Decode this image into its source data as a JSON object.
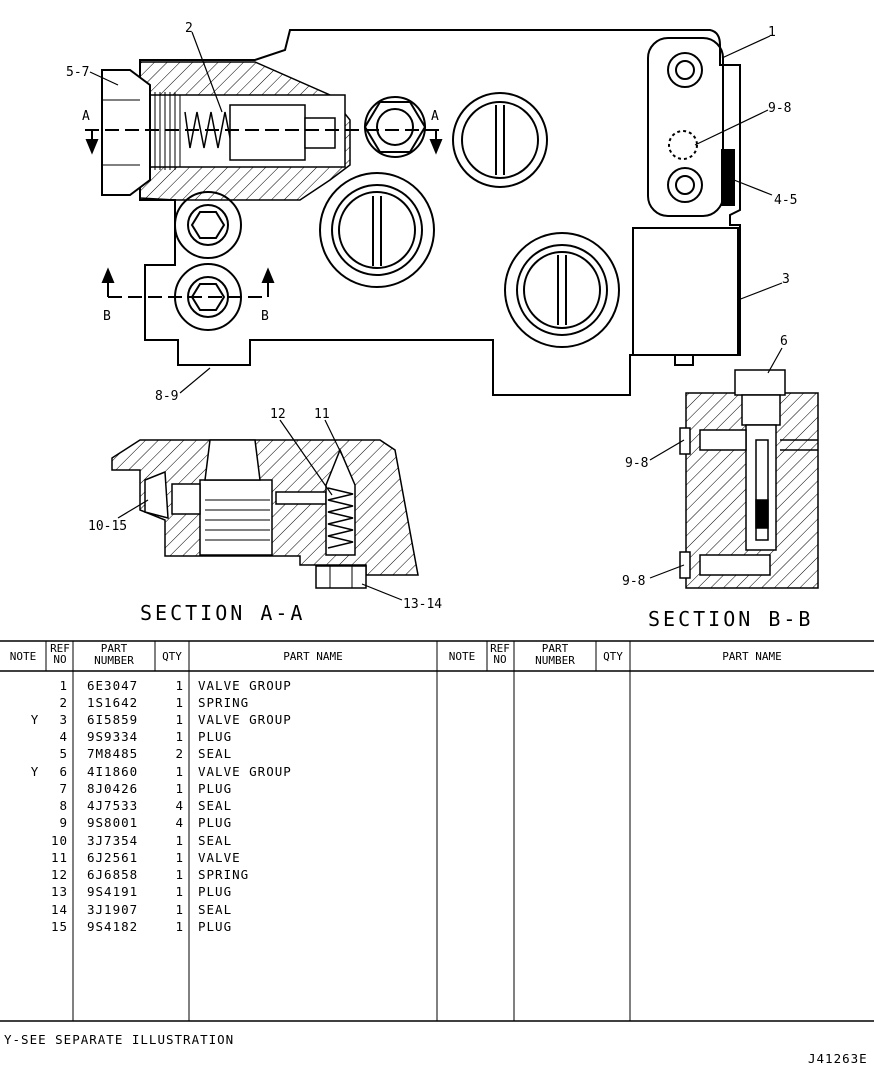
{
  "callouts": {
    "c1": "1",
    "c2": "2",
    "c3": "3",
    "c4_5": "4-5",
    "c5_7": "5-7",
    "c6": "6",
    "c8_9": "8-9",
    "c9_8_top": "9-8",
    "c9_8_b1": "9-8",
    "c9_8_b2": "9-8",
    "c10_15": "10-15",
    "c11": "11",
    "c12": "12",
    "c13_14": "13-14",
    "a_left": "A",
    "a_right": "A",
    "b_left": "B",
    "b_right": "B"
  },
  "sections": {
    "aa": "SECTION A-A",
    "bb": "SECTION B-B"
  },
  "table": {
    "headers": {
      "note": "NOTE",
      "ref": "REF",
      "ref2": "NO",
      "part": "PART",
      "part2": "NUMBER",
      "qty": "QTY",
      "name": "PART NAME"
    },
    "rows": [
      {
        "note": "",
        "ref": "1",
        "part": "6E3047",
        "qty": "1",
        "name": "VALVE GROUP"
      },
      {
        "note": "",
        "ref": "2",
        "part": "1S1642",
        "qty": "1",
        "name": "SPRING"
      },
      {
        "note": "Y",
        "ref": "3",
        "part": "6I5859",
        "qty": "1",
        "name": "VALVE GROUP"
      },
      {
        "note": "",
        "ref": "4",
        "part": "9S9334",
        "qty": "1",
        "name": "PLUG"
      },
      {
        "note": "",
        "ref": "5",
        "part": "7M8485",
        "qty": "2",
        "name": "SEAL"
      },
      {
        "note": "Y",
        "ref": "6",
        "part": "4I1860",
        "qty": "1",
        "name": "VALVE GROUP"
      },
      {
        "note": "",
        "ref": "7",
        "part": "8J0426",
        "qty": "1",
        "name": "PLUG"
      },
      {
        "note": "",
        "ref": "8",
        "part": "4J7533",
        "qty": "4",
        "name": "SEAL"
      },
      {
        "note": "",
        "ref": "9",
        "part": "9S8001",
        "qty": "4",
        "name": "PLUG"
      },
      {
        "note": "",
        "ref": "10",
        "part": "3J7354",
        "qty": "1",
        "name": "SEAL"
      },
      {
        "note": "",
        "ref": "11",
        "part": "6J2561",
        "qty": "1",
        "name": "VALVE"
      },
      {
        "note": "",
        "ref": "12",
        "part": "6J6858",
        "qty": "1",
        "name": "SPRING"
      },
      {
        "note": "",
        "ref": "13",
        "part": "9S4191",
        "qty": "1",
        "name": "PLUG"
      },
      {
        "note": "",
        "ref": "14",
        "part": "3J1907",
        "qty": "1",
        "name": "SEAL"
      },
      {
        "note": "",
        "ref": "15",
        "part": "9S4182",
        "qty": "1",
        "name": "PLUG"
      }
    ]
  },
  "footnote": "Y-SEE SEPARATE ILLUSTRATION",
  "drawing_id": "J41263E"
}
